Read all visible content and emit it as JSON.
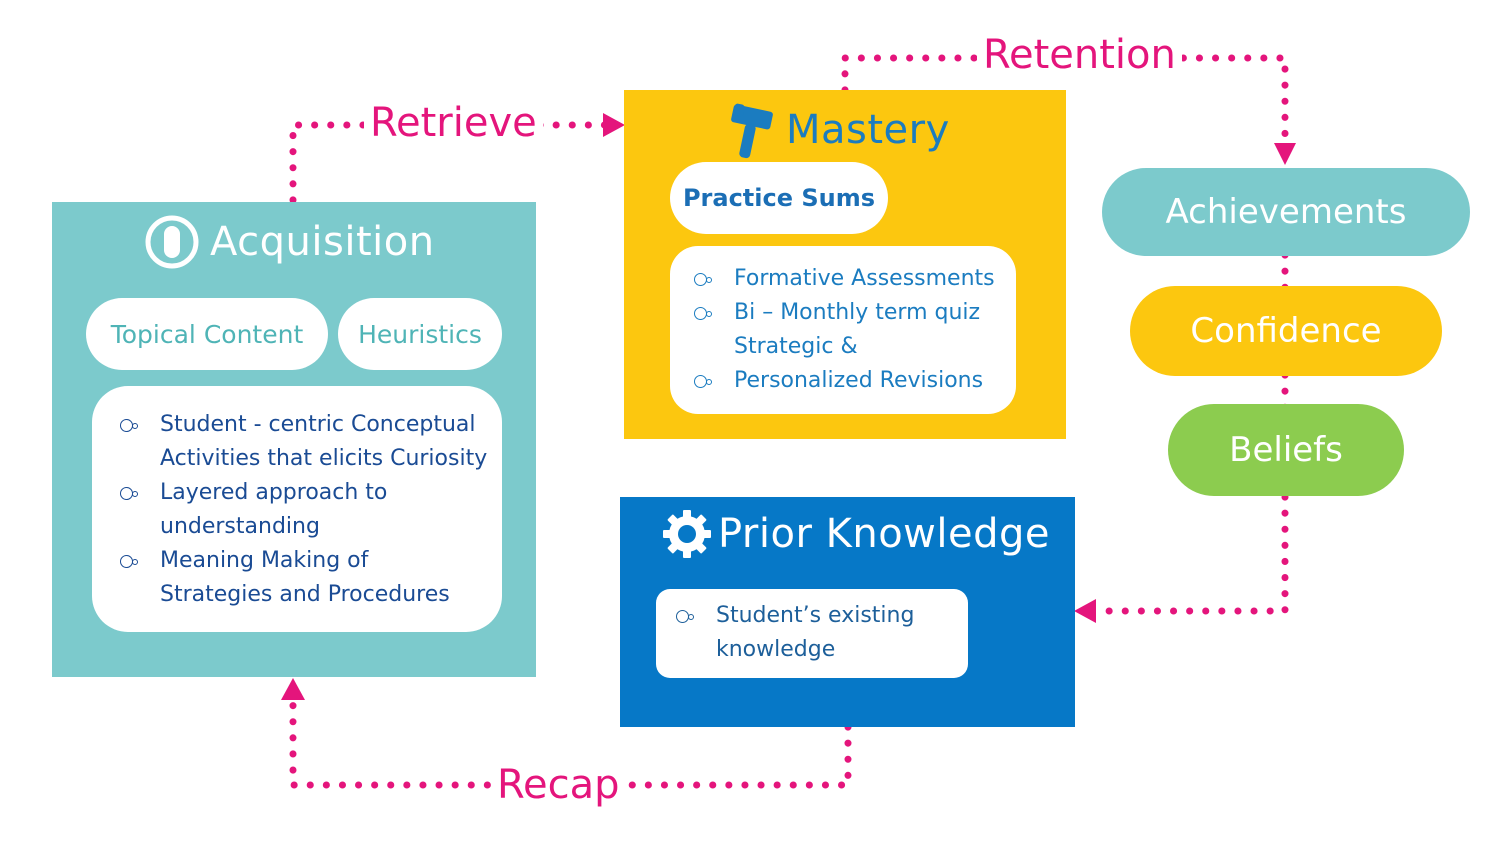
{
  "colors": {
    "acquisition": "#7ccacc",
    "mastery": "#fcc70f",
    "prior_knowledge": "#0678c7",
    "achievements": "#7ccacc",
    "confidence": "#fcc70f",
    "beliefs": "#8ccc4f",
    "connector": "#e4157c",
    "acq_text": "#1a4b94",
    "mastery_text": "#1b7cc0",
    "prior_text": "#1d5f9a"
  },
  "connectors": {
    "retrieve": "Retrieve",
    "retention": "Retention",
    "recap": "Recap"
  },
  "acquisition": {
    "icon": "power-toggle-icon",
    "title": "Acquisition",
    "pills": [
      "Topical Content",
      "Heuristics"
    ],
    "items": [
      [
        "Student - centric Conceptual",
        "Activities that elicits Curiosity"
      ],
      [
        "Layered approach to",
        "understanding"
      ],
      [
        "Meaning Making of",
        "Strategies and Procedures"
      ]
    ]
  },
  "mastery": {
    "icon": "hammer-icon",
    "title": "Mastery",
    "pill": "Practice Sums",
    "items": [
      {
        "bullet": true,
        "text": "Formative Assessments"
      },
      {
        "bullet": true,
        "text": "Bi – Monthly term quiz"
      },
      {
        "bullet": false,
        "text": "Strategic &"
      },
      {
        "bullet": true,
        "text": "Personalized Revisions"
      }
    ]
  },
  "prior_knowledge": {
    "icon": "gear-icon",
    "title": "Prior Knowledge",
    "items": [
      [
        "Student’s existing",
        "knowledge"
      ]
    ]
  },
  "outcomes": [
    "Achievements",
    "Confidence",
    "Beliefs"
  ]
}
